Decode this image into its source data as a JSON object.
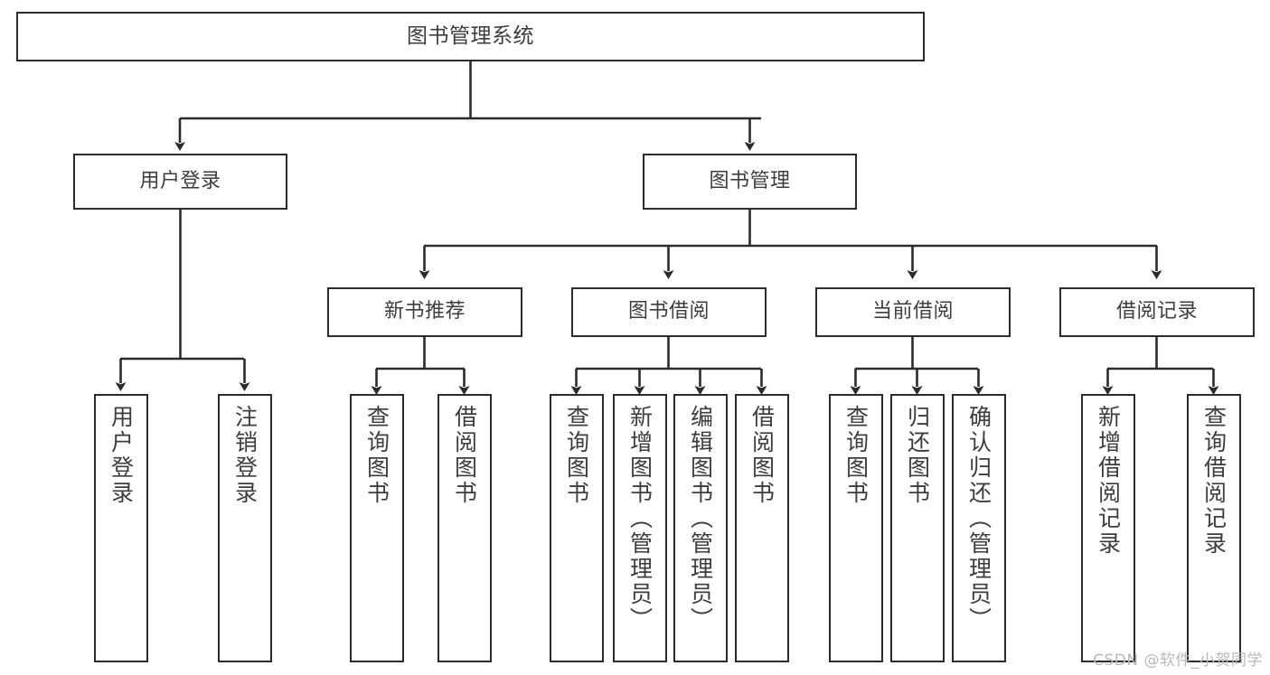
{
  "diagram": {
    "title": "图书管理系统",
    "type": "tree",
    "line_color": "#2b2b2b",
    "box_fill": "#ffffff",
    "text_color": "#3d3d3d",
    "root": {
      "label": "图书管理系统"
    },
    "level2": [
      {
        "label": "用户登录"
      },
      {
        "label": "图书管理"
      }
    ],
    "level3": [
      {
        "label": "新书推荐"
      },
      {
        "label": "图书借阅"
      },
      {
        "label": "当前借阅"
      },
      {
        "label": "借阅记录"
      }
    ],
    "leaves": {
      "user_login": [
        {
          "label": "用户登录"
        },
        {
          "label": "注销登录"
        }
      ],
      "new_book_recommend": [
        {
          "label": "查询图书"
        },
        {
          "label": "借阅图书"
        }
      ],
      "book_borrow": [
        {
          "label": "查询图书"
        },
        {
          "label": "新增图书（管理员）"
        },
        {
          "label": "编辑图书（管理员）"
        },
        {
          "label": "借阅图书"
        }
      ],
      "current_borrow": [
        {
          "label": "查询图书"
        },
        {
          "label": "归还图书"
        },
        {
          "label": "确认归还（管理员）"
        }
      ],
      "borrow_record": [
        {
          "label": "新增借阅记录"
        },
        {
          "label": "查询借阅记录"
        }
      ]
    }
  },
  "watermark": {
    "text": "CSDN @软件_小贺同学"
  }
}
